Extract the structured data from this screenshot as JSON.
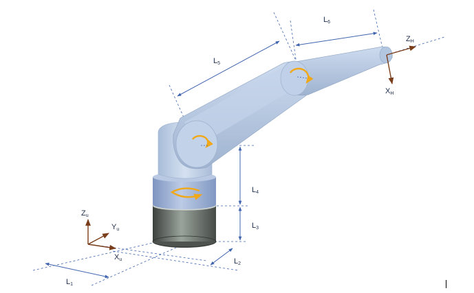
{
  "colors": {
    "arm_fill": "#b7c9e2",
    "arm_stroke": "#8ea3bd",
    "base_top": "#8fa6cf",
    "base_bottom": "#4b4f4c",
    "dimension": "#3f63ad",
    "axis": "#7a3d1a",
    "rotation": "#f0a818"
  },
  "labels": {
    "L1": {
      "main": "L",
      "sub": "1"
    },
    "L2": {
      "main": "L",
      "sub": "2"
    },
    "L3": {
      "main": "L",
      "sub": "3"
    },
    "L4": {
      "main": "L",
      "sub": "4"
    },
    "L5": {
      "main": "L",
      "sub": "5"
    },
    "L6": {
      "main": "L",
      "sub": "6"
    }
  },
  "axes": {
    "base": {
      "z": {
        "main": "Z",
        "sub": "u"
      },
      "y": {
        "main": "Y",
        "sub": "u"
      },
      "x": {
        "main": "X",
        "sub": "u"
      }
    },
    "tool": {
      "z": {
        "main": "Z",
        "sub": "H"
      },
      "x": {
        "main": "X",
        "sub": "H"
      }
    }
  },
  "icons": {
    "rotation": "rotation-arrow-icon"
  }
}
